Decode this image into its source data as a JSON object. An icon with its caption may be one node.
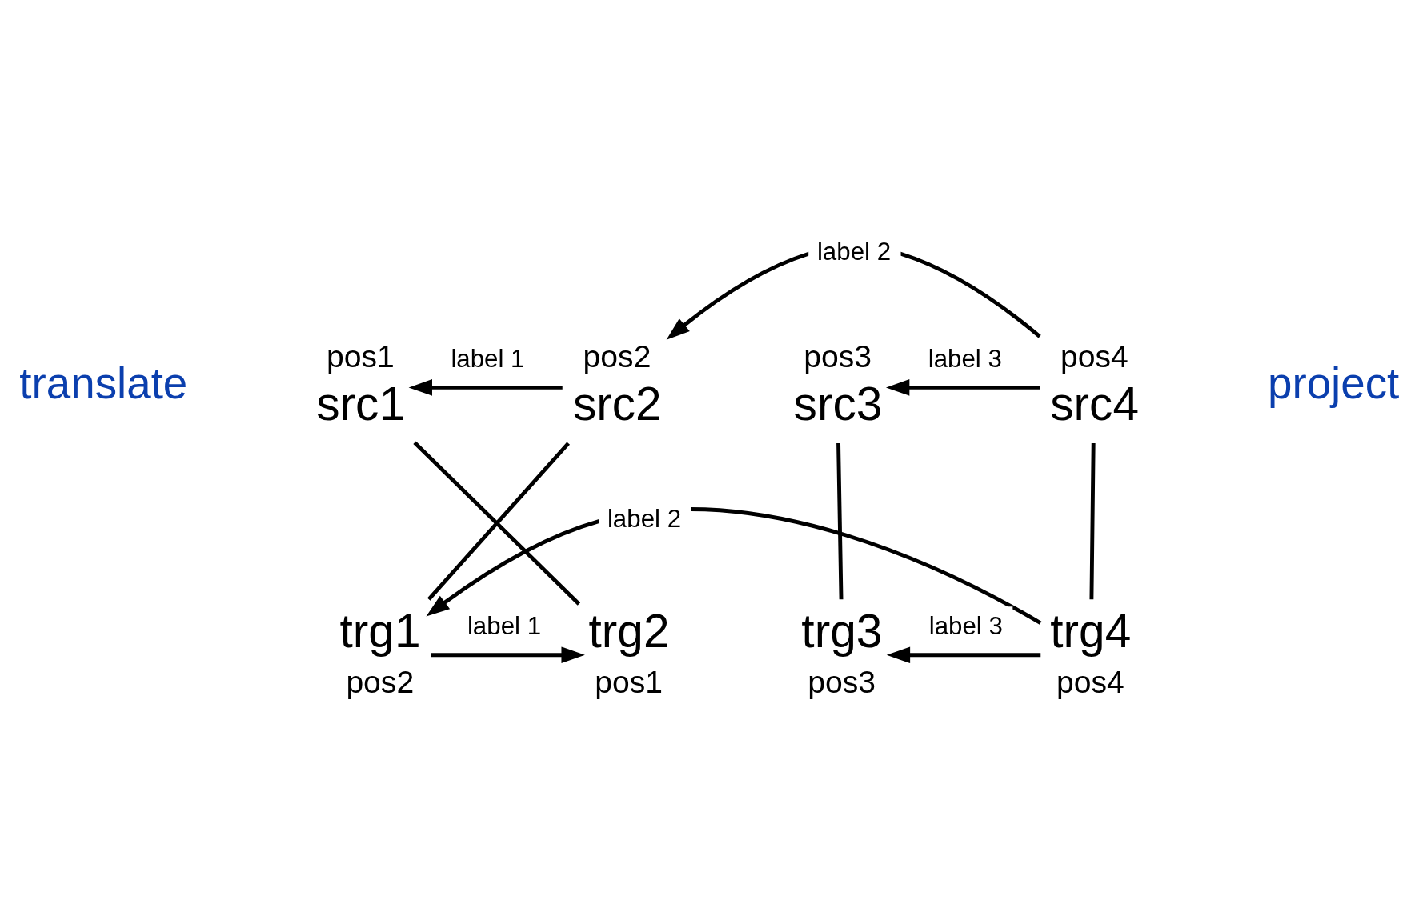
{
  "diagram": {
    "nodes": [
      {
        "text": [
          "pos1",
          "src1"
        ]
      },
      {
        "text": [
          "pos2",
          "src2"
        ]
      },
      {
        "text": [
          "pos3",
          "src3"
        ]
      },
      {
        "text": [
          "pos4",
          "src4"
        ]
      },
      {
        "text": [
          "trg1",
          "pos2"
        ]
      },
      {
        "text": [
          "trg2",
          "pos1"
        ]
      },
      {
        "text": [
          "trg3",
          "pos3"
        ]
      },
      {
        "text": [
          "trg4",
          "pos4"
        ]
      }
    ],
    "edges": [
      {
        "from": 1,
        "to": 0,
        "arrow": "to",
        "label": "label 1"
      },
      {
        "from": 3,
        "to": 1,
        "arrow": "to",
        "label": "label 2"
      },
      {
        "from": 3,
        "to": 2,
        "arrow": "to",
        "label": "label 3"
      },
      {
        "from": 0,
        "to": 5,
        "arrow": "none"
      },
      {
        "from": 1,
        "to": 4,
        "arrow": "none"
      },
      {
        "from": 2,
        "to": 6,
        "arrow": "none"
      },
      {
        "from": 3,
        "to": 7,
        "arrow": "none"
      },
      {
        "from": 4,
        "to": 5,
        "arrow": "to",
        "label": "label 1"
      },
      {
        "from": 7,
        "to": 4,
        "arrow": "to",
        "label": "label 2"
      },
      {
        "from": 7,
        "to": 6,
        "arrow": "to",
        "label": "label 3"
      }
    ],
    "labels": [
      "translate",
      "project"
    ]
  }
}
